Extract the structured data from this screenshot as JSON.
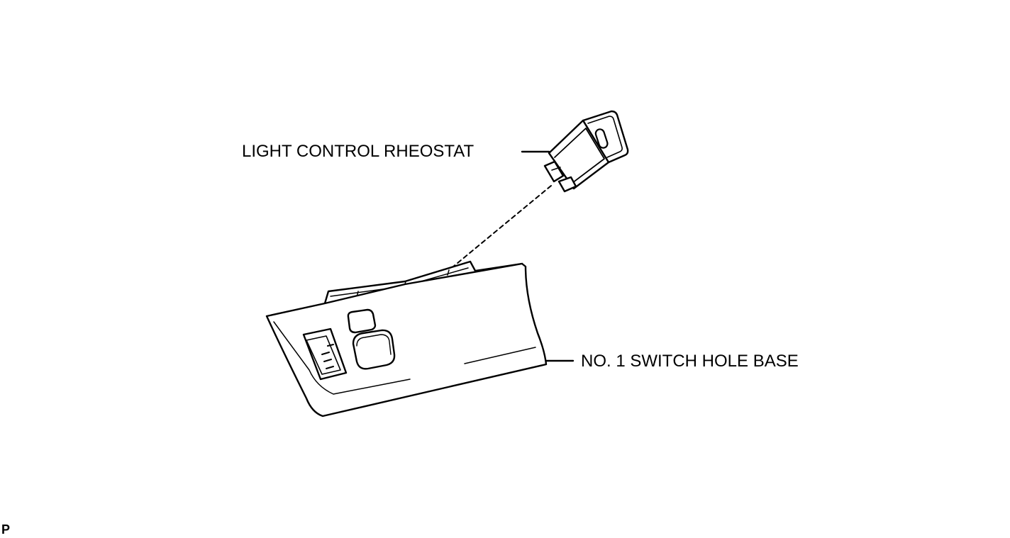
{
  "labels": {
    "rheostat": "LIGHT CONTROL RHEOSTAT",
    "switch_hole_base": "NO. 1 SWITCH HOLE BASE"
  },
  "corner_code": "P",
  "colors": {
    "line": "#000000",
    "background": "#ffffff"
  }
}
